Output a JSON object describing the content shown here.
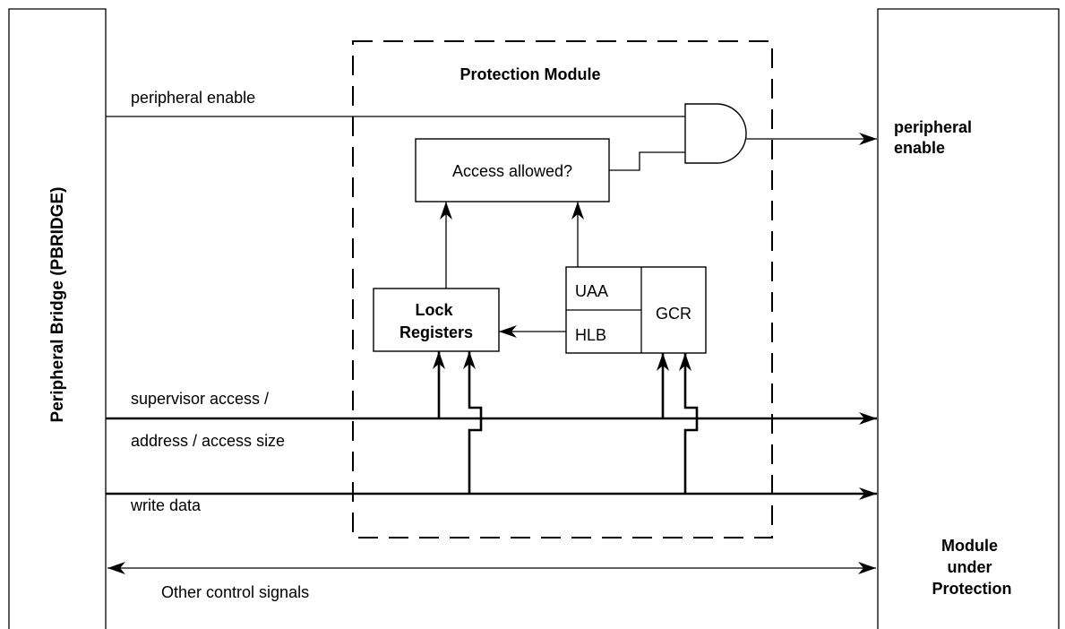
{
  "left_block": {
    "label": "Peripheral Bridge (PBRIDGE)"
  },
  "right_block": {
    "label_lines": [
      "Module",
      "under",
      "Protection"
    ]
  },
  "protection_module": {
    "title": "Protection Module"
  },
  "access_check": {
    "label": "Access allowed?"
  },
  "lock_registers": {
    "label_lines": [
      "Lock",
      "Registers"
    ]
  },
  "gcr": {
    "uaa": "UAA",
    "hlb": "HLB",
    "gcr": "GCR"
  },
  "signals": {
    "peripheral_enable_in": "peripheral enable",
    "peripheral_enable_out": [
      "peripheral",
      "enable"
    ],
    "supervisor_access": "supervisor access /",
    "address_access_size": "address / access size",
    "write_data": "write data",
    "other_control": "Other control signals"
  }
}
